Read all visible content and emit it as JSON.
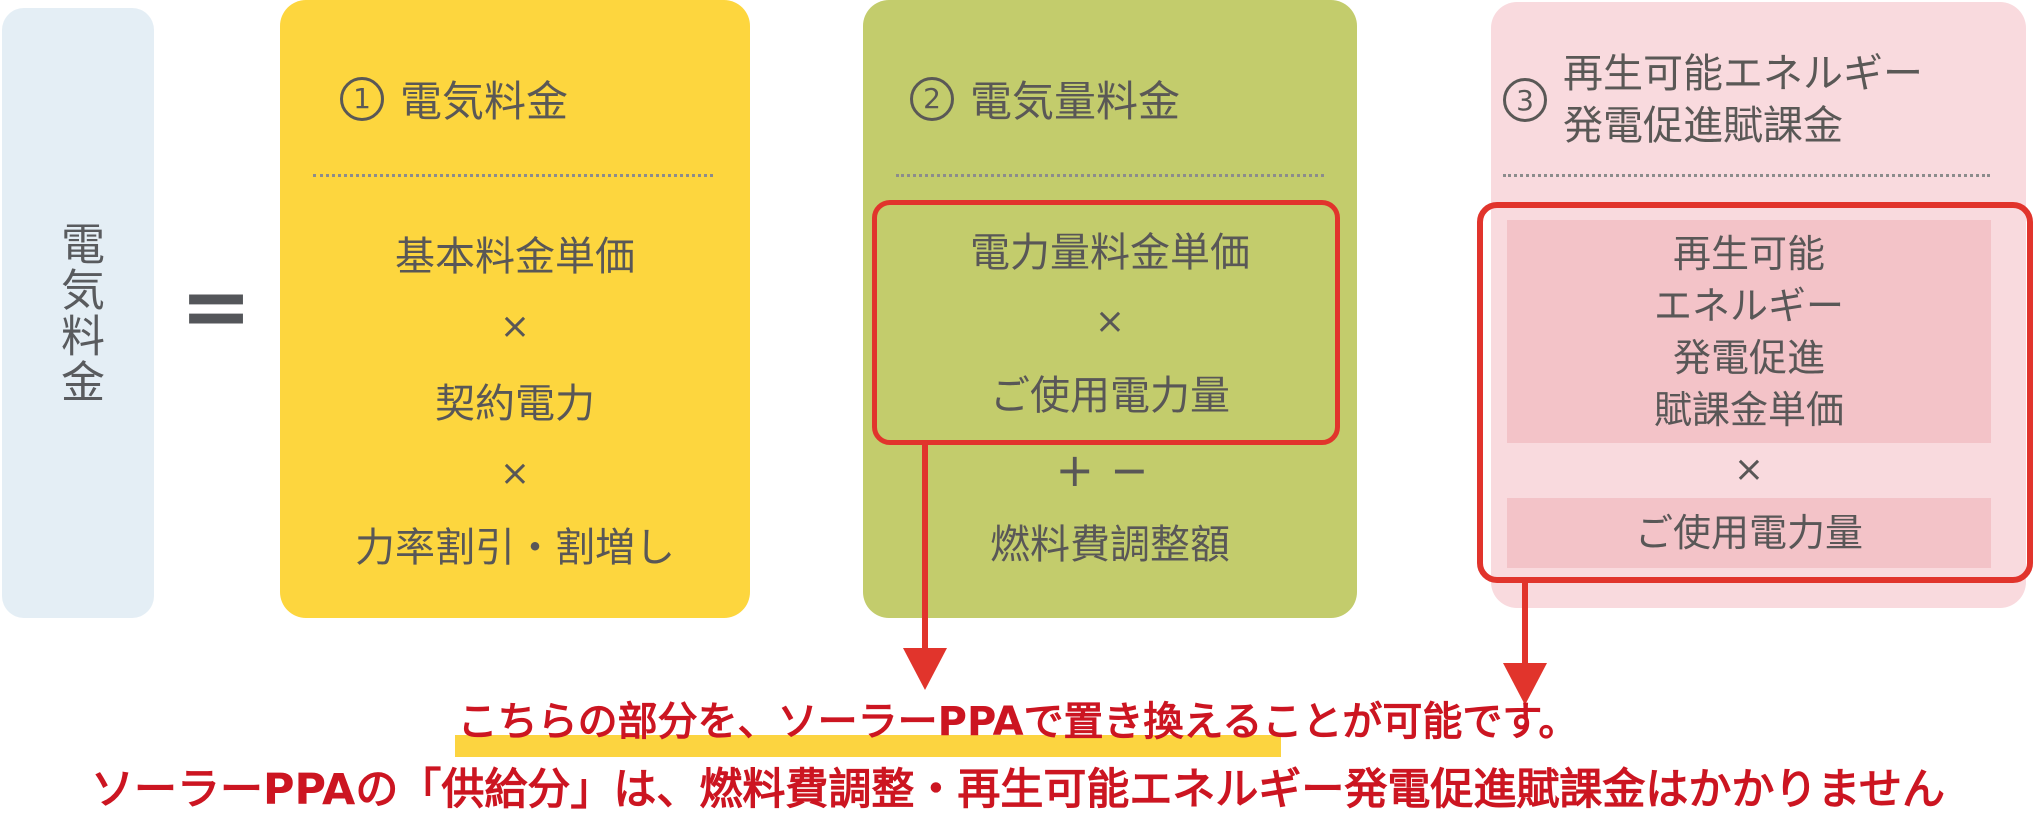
{
  "result_box": {
    "label": "電気料金"
  },
  "operator": {
    "equals": "="
  },
  "boxes": [
    {
      "number": "1",
      "title": "電気料金",
      "items": [
        "基本料金単価",
        "×",
        "契約電力",
        "×",
        "力率割引・割増し"
      ]
    },
    {
      "number": "2",
      "title": "電気量料金",
      "highlighted_items": [
        "電力量料金単価",
        "×",
        "ご使用電力量"
      ],
      "plus_minus": "+−",
      "extra_item": "燃料費調整額"
    },
    {
      "number": "3",
      "title_line1": "再生可能エネルギー",
      "title_line2": "発電促進賦課金",
      "unit_price_lines": [
        "再生可能",
        "エネルギー",
        "発電促進",
        "賦課金単価"
      ],
      "multiply": "×",
      "usage": "ご使用電力量"
    }
  ],
  "notes": {
    "line1": "こちらの部分を、ソーラーPPAで置き換えることが可能です。",
    "line2": "ソーラーPPAの「供給分」は、燃料費調整・再生可能エネルギー発電促進賦課金はかかりません"
  },
  "colors": {
    "result_box_bg": "#E4EEF5",
    "box1_bg": "#FDD63E",
    "box2_bg": "#C3CC6C",
    "box3_bg": "#F9DADE",
    "box3_inner_bg": "#F3C3C8",
    "highlight_border_red": "#E1342C",
    "note_text_red": "#CC1521",
    "note_highlight_yellow": "#FCD440",
    "body_text_gray": "#595757"
  }
}
